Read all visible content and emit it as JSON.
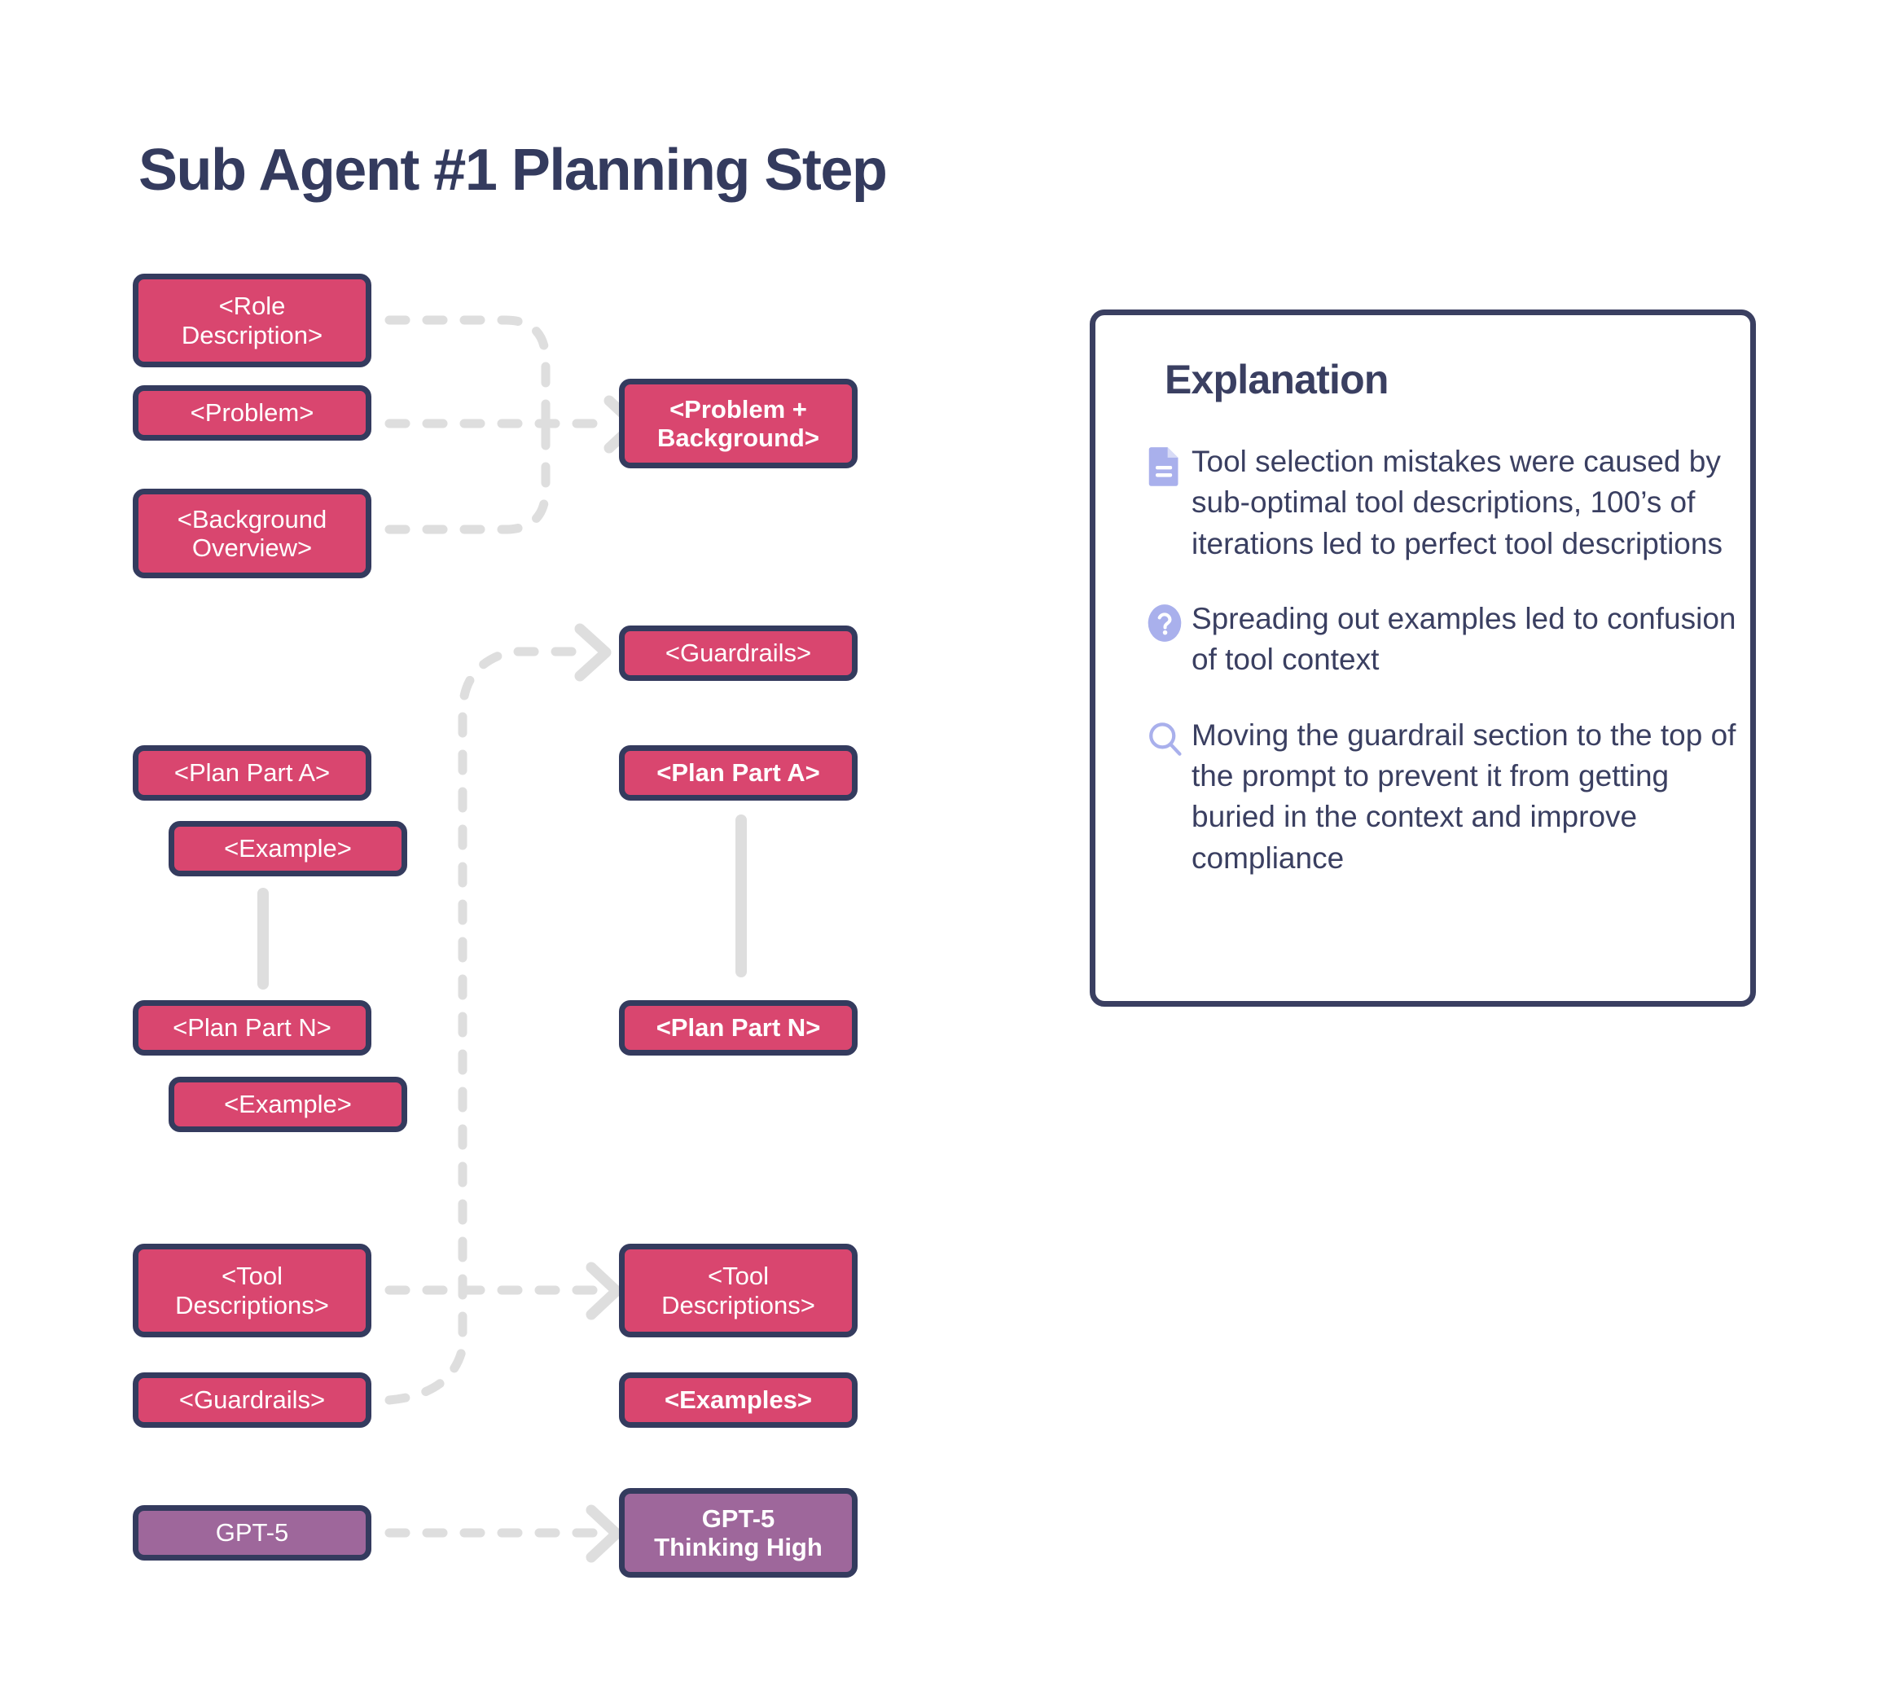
{
  "title": "Sub Agent #1 Planning Step",
  "colors": {
    "box_fill": "#D9466F",
    "box_border": "#343B5E",
    "model_fill": "#9E679B",
    "panel_border": "#3A3F61",
    "text_dark": "#3A3F61",
    "connector": "#DEDEDE",
    "icon": "#A9B0EC"
  },
  "left_column": {
    "role_description": "<Role\nDescription>",
    "role_description_line1": "<Role",
    "role_description_line2": "Description>",
    "problem": "<Problem>",
    "background_overview_line1": "<Background",
    "background_overview_line2": "Overview>",
    "plan_part_a": "<Plan Part A>",
    "example_1": "<Example>",
    "plan_part_n": "<Plan Part N>",
    "example_2": "<Example>",
    "tool_descriptions_line1": "<Tool",
    "tool_descriptions_line2": "Descriptions>",
    "guardrails": "<Guardrails>",
    "model": "GPT-5"
  },
  "right_column": {
    "problem_background_line1": "<Problem +",
    "problem_background_line2": "Background>",
    "guardrails": "<Guardrails>",
    "plan_part_a": "<Plan Part A>",
    "plan_part_n": "<Plan Part N>",
    "tool_descriptions_line1": "<Tool",
    "tool_descriptions_line2": "Descriptions>",
    "examples": "<Examples>",
    "model_line1": "GPT-5",
    "model_line2": "Thinking High"
  },
  "explanation": {
    "title": "Explanation",
    "items": [
      {
        "icon": "document-icon",
        "text": "Tool selection mistakes were caused by sub-optimal tool descriptions, 100’s of iterations led to perfect tool descriptions"
      },
      {
        "icon": "question-circle-icon",
        "text": "Spreading out examples led to confusion of tool context"
      },
      {
        "icon": "magnifier-icon",
        "text": "Moving the guardrail section to the top of the prompt to prevent it from getting buried in the context and improve compliance"
      }
    ]
  }
}
